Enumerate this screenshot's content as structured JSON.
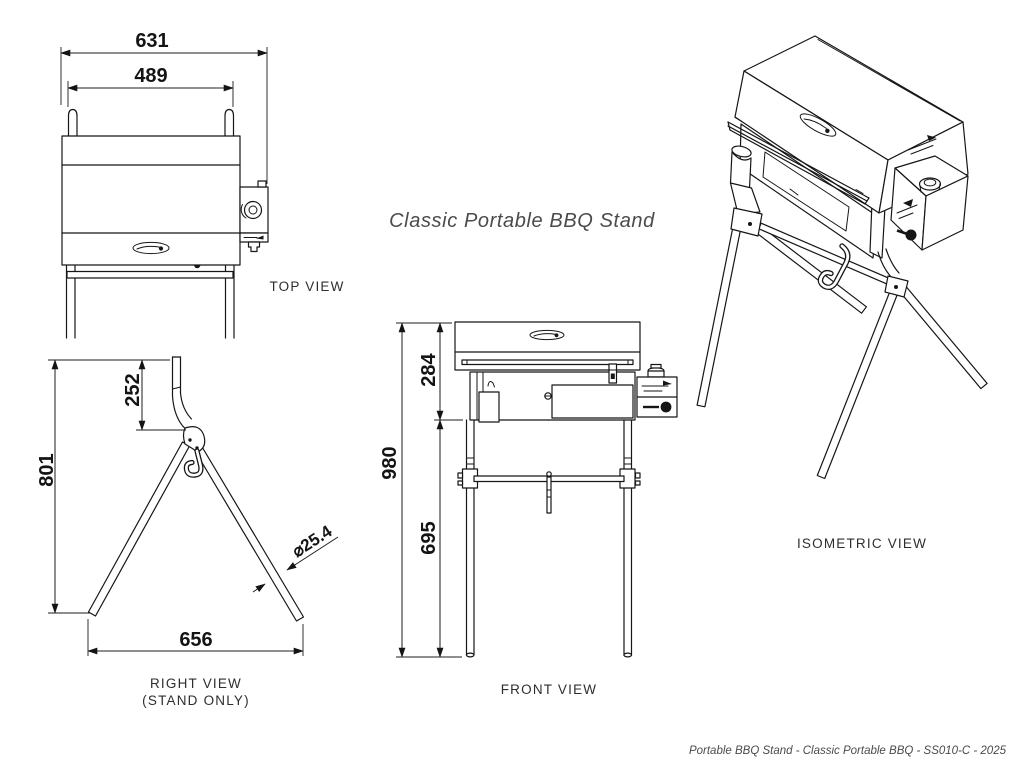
{
  "page": {
    "title": "Classic Portable BBQ Stand",
    "footer": "Portable BBQ Stand - Classic Portable BBQ - SS010-C - 2025"
  },
  "views": {
    "top": {
      "label": "TOP VIEW",
      "dim_overall_width": "631",
      "dim_inner_width": "489"
    },
    "right": {
      "label": "RIGHT VIEW",
      "sublabel": "(STAND ONLY)",
      "dim_overall_height": "801",
      "dim_upper_offset": "252",
      "dim_base_width": "656",
      "dim_tube_diameter": "⌀25.4"
    },
    "front": {
      "label": "FRONT VIEW",
      "dim_total_height": "980",
      "dim_body_height": "284",
      "dim_leg_height": "695"
    },
    "isometric": {
      "label": "ISOMETRIC VIEW"
    }
  },
  "colors": {
    "line": "#161616",
    "view_label": "#2e2e2e",
    "annotation": "#4b4b4b",
    "background": "#ffffff"
  }
}
